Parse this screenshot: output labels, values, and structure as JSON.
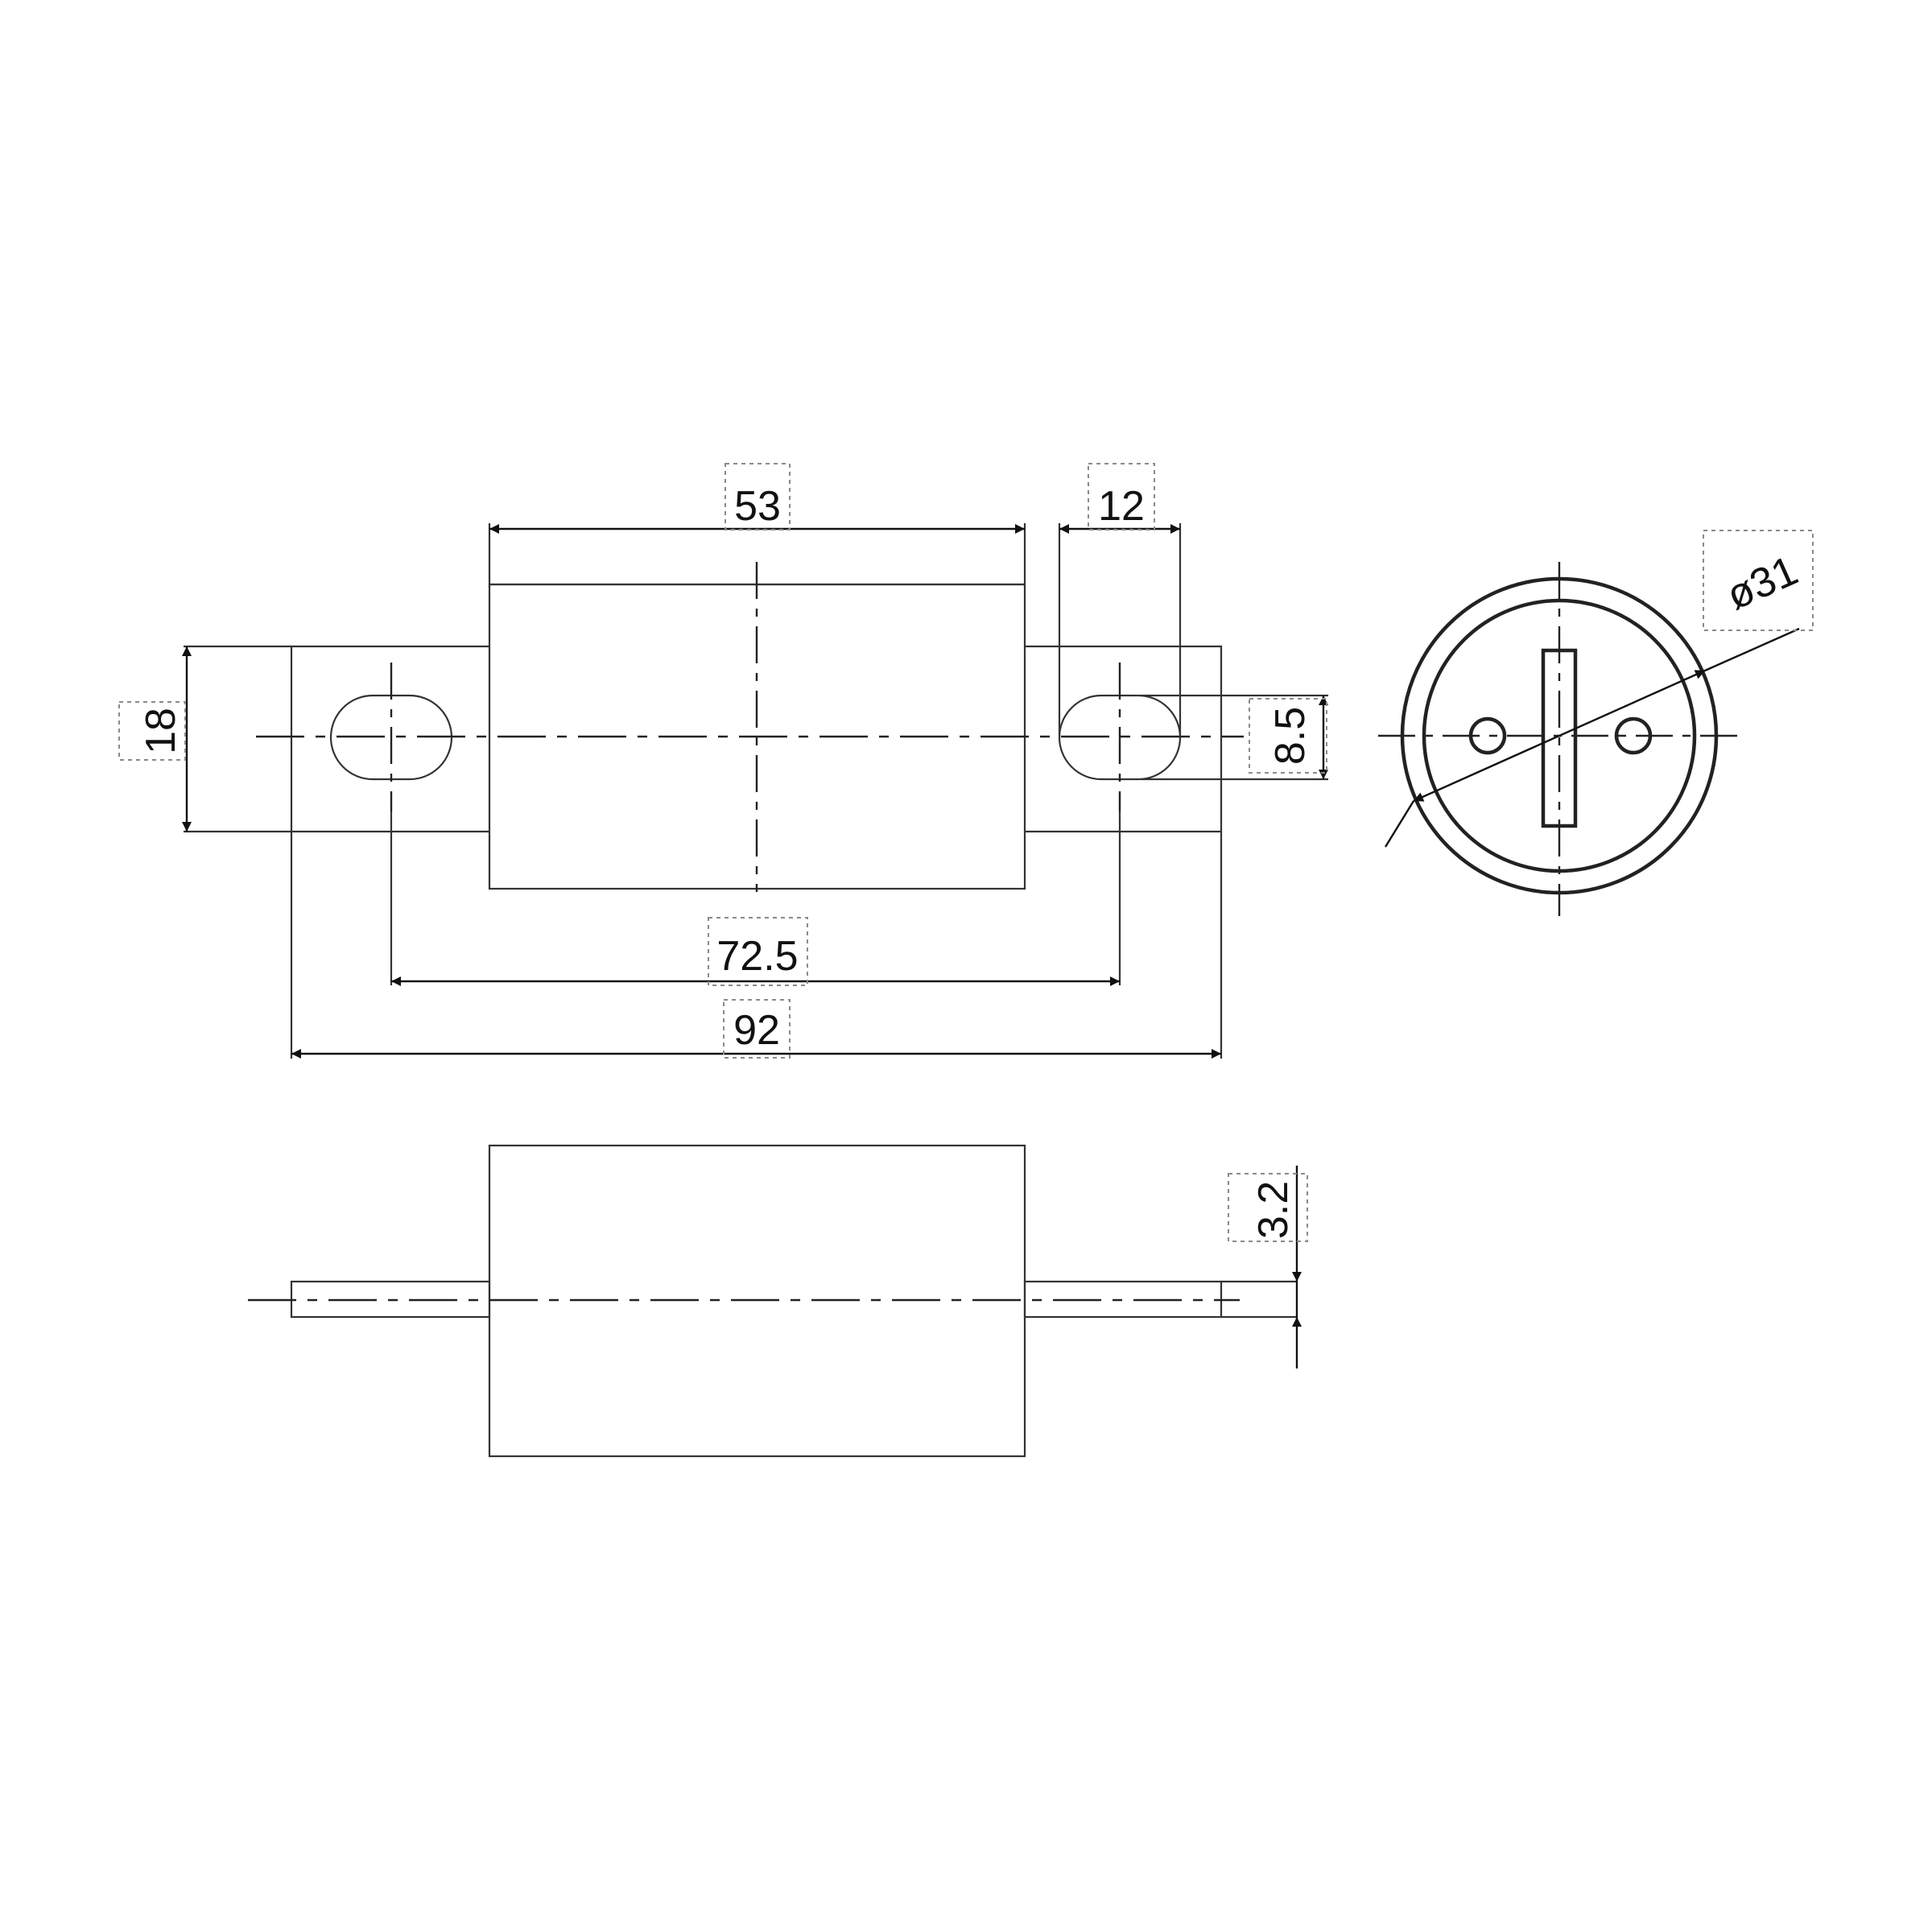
{
  "dimensions": {
    "body_length": "53",
    "lug_slot_width": "12",
    "lug_height": "18",
    "slot_height": "8.5",
    "slot_center_distance": "72.5",
    "overall_length": "92",
    "diameter": "ø31",
    "lug_thickness": "3.2"
  }
}
